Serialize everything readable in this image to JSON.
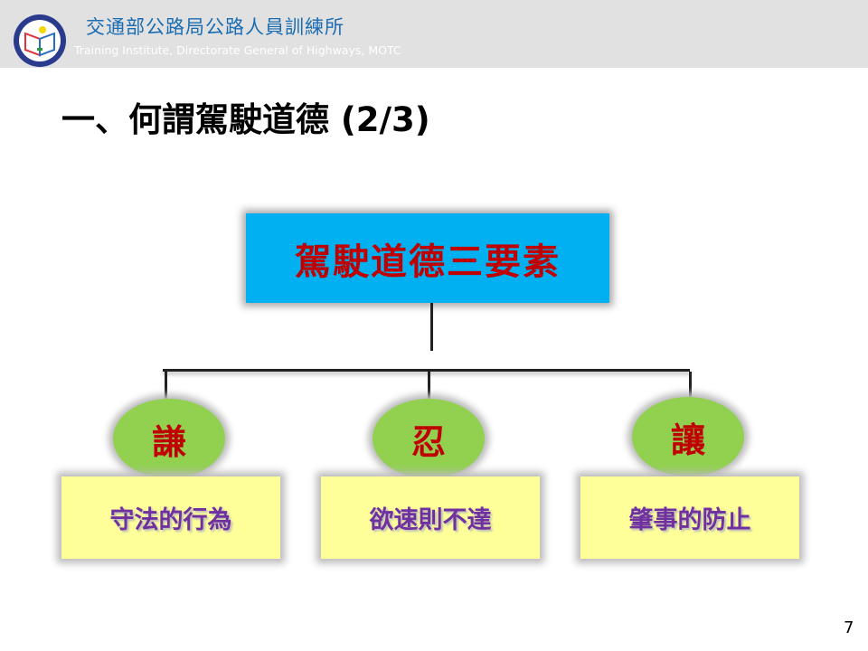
{
  "header": {
    "org_name_zh": "交通部公路局公路人員訓練所",
    "org_name_en": "Training Institute, Directorate  General of Highways, MOTC"
  },
  "slide": {
    "title": "一、何謂駕駛道德 (2/3)",
    "page_number": "7"
  },
  "diagram": {
    "root": "駕駛道德三要素",
    "elements": [
      {
        "label": "謙",
        "description": "守法的行為"
      },
      {
        "label": "忍",
        "description": "欲速則不達"
      },
      {
        "label": "讓",
        "description": "肇事的防止"
      }
    ]
  },
  "colors": {
    "root_fill": "#00b0f0",
    "root_text": "#c00000",
    "oval_fill": "#92d050",
    "box_fill": "#ffff99",
    "box_text": "#7030a0",
    "header_bg": "#e1e1e1"
  }
}
